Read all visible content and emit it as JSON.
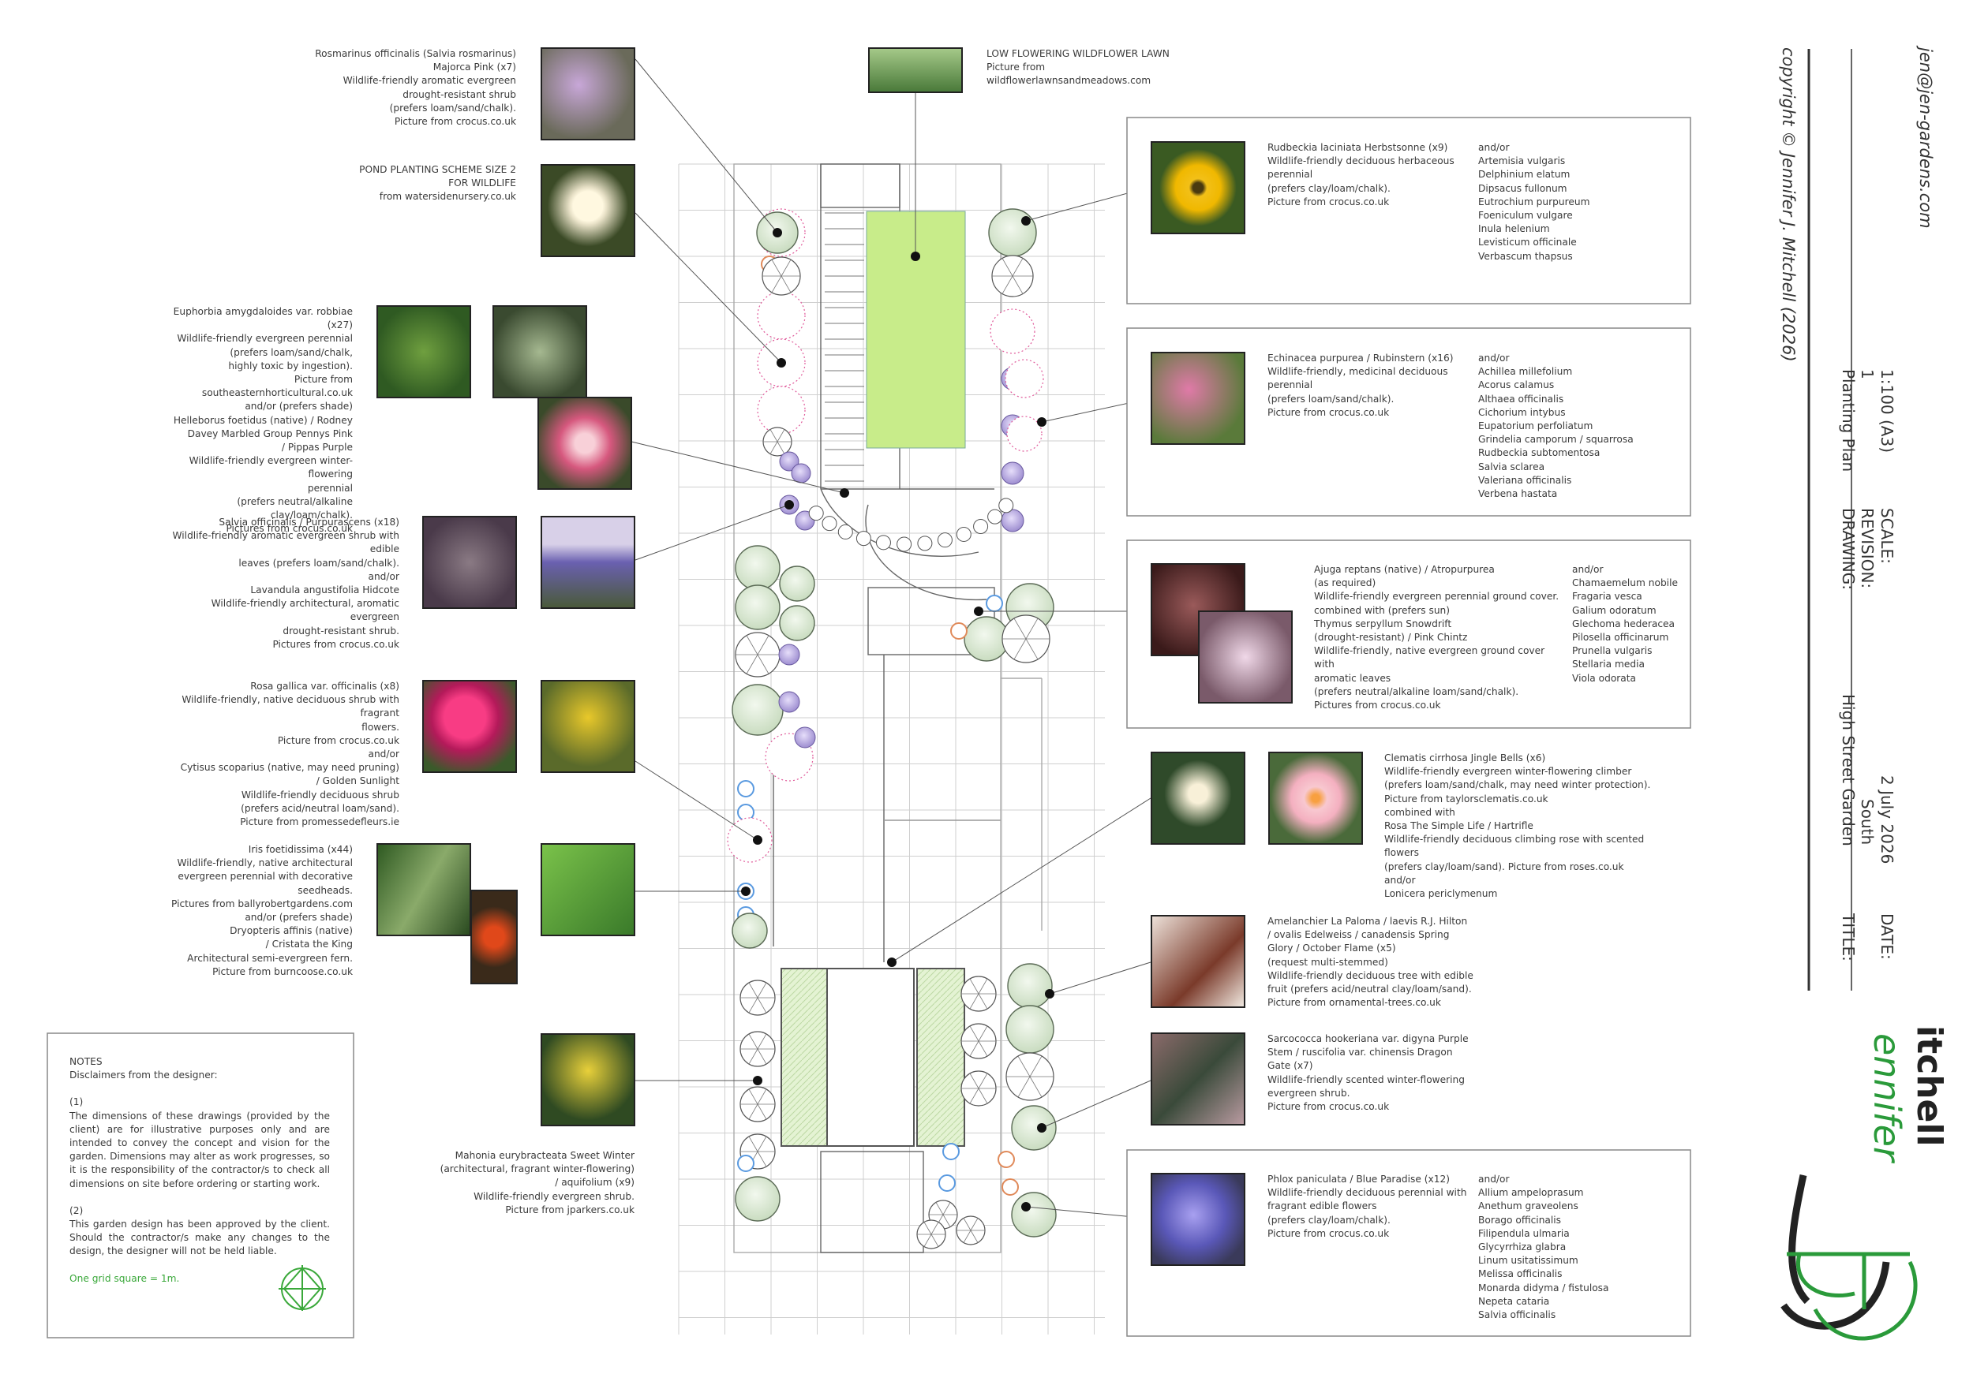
{
  "title_block": {
    "copyright": "copyright © Jennifer J. Mitchell (2026)",
    "email": "jen@jen-gardens.com",
    "drawing_label": "DRAWING:",
    "drawing_value": "Planting Plan",
    "revision_label": "REVISION:",
    "revision_value": "1",
    "scale_label": "SCALE:",
    "scale_value": "1:100 (A3)",
    "title_label": "TITLE:",
    "title_value": "High Street Garden",
    "title_value2": "South",
    "date_label": "DATE:",
    "date_value": "2 July 2026",
    "logo_text": "Jennifer Mitchell",
    "logo_word1": "ennifer",
    "logo_word2": "itchell"
  },
  "left_labels": {
    "rosmarinus": "Rosmarinus officinalis (Salvia rosmarinus)\nMajorca Pink (x7)\nWildlife-friendly aromatic evergreen\ndrought-resistant shrub\n(prefers loam/sand/chalk).\nPicture from crocus.co.uk",
    "pond": "POND PLANTING SCHEME SIZE 2\nFOR WILDLIFE\nfrom watersidenursery.co.uk",
    "euphorbia": "Euphorbia amygdaloides var. robbiae (x27)\nWildlife-friendly evergreen perennial\n(prefers loam/sand/chalk,\nhighly toxic by ingestion).\nPicture from southeasternhorticultural.co.uk\nand/or (prefers shade)\nHelleborus foetidus (native) / Rodney\nDavey Marbled Group Pennys Pink\n/ Pippas Purple\nWildlife-friendly evergreen winter-flowering\nperennial\n(prefers neutral/alkaline clay/loam/chalk).\nPictures from crocus.co.uk",
    "salvia": "Salvia officinalis / Purpurascens (x18)\nWildlife-friendly aromatic evergreen shrub with edible\nleaves (prefers loam/sand/chalk).\nand/or\nLavandula angustifolia Hidcote\nWildlife-friendly architectural, aromatic evergreen\ndrought-resistant shrub.\nPictures from crocus.co.uk",
    "rosa": "Rosa gallica var. officinalis (x8)\nWildlife-friendly, native deciduous shrub with fragrant\nflowers.\nPicture from crocus.co.uk\nand/or\nCytisus scoparius (native, may need pruning)\n/ Golden Sunlight\nWildlife-friendly deciduous shrub\n(prefers acid/neutral loam/sand).\nPicture from promessedefleurs.ie",
    "iris": "Iris foetidissima (x44)\nWildlife-friendly, native architectural\nevergreen perennial with decorative\nseedheads.\nPictures from ballyrobertgardens.com\nand/or (prefers shade)\nDryopteris affinis (native)\n/ Cristata the King\nArchitectural semi-evergreen fern.\nPicture from burncoose.co.uk",
    "mahonia": "Mahonia eurybracteata Sweet Winter\n(architectural, fragrant winter-flowering)\n/ aquifolium (x9)\nWildlife-friendly evergreen shrub.\nPicture from jparkers.co.uk"
  },
  "top_label": {
    "title": "LOW FLOWERING WILDFLOWER LAWN",
    "body": "Picture from\nwildflowerlawnsandmeadows.com"
  },
  "right_labels": {
    "rudbeckia": "Rudbeckia laciniata Herbstsonne (x9)\nWildlife-friendly deciduous herbaceous\nperennial\n(prefers clay/loam/chalk).\nPicture from crocus.co.uk",
    "rudbeckia_alt": "and/or\nArtemisia vulgaris\nDelphinium elatum\nDipsacus fullonum\nEutrochium purpureum\nFoeniculum vulgare\nInula helenium\nLevisticum officinale\nVerbascum thapsus",
    "echinacea": "Echinacea purpurea / Rubinstern (x16)\nWildlife-friendly, medicinal deciduous\nperennial\n(prefers loam/sand/chalk).\nPicture from crocus.co.uk",
    "echinacea_alt": "and/or\nAchillea millefolium\nAcorus calamus\nAlthaea officinalis\nCichorium intybus\nEupatorium perfoliatum\nGrindelia camporum / squarrosa\nRudbeckia subtomentosa\nSalvia sclarea\nValeriana officinalis\nVerbena hastata",
    "ajuga": "Ajuga reptans (native) / Atropurpurea\n(as required)\nWildlife-friendly evergreen perennial ground cover.\ncombined with (prefers sun)\nThymus serpyllum Snowdrift\n(drought-resistant) / Pink Chintz\nWildlife-friendly, native evergreen ground cover with\naromatic leaves\n(prefers neutral/alkaline loam/sand/chalk).\nPictures from crocus.co.uk",
    "ajuga_alt": "and/or\nChamaemelum nobile\nFragaria vesca\nGalium odoratum\nGlechoma hederacea\nPilosella officinarum\nPrunella vulgaris\nStellaria media\nViola odorata",
    "clematis": "Clematis cirrhosa Jingle Bells (x6)\nWildlife-friendly evergreen winter-flowering climber\n(prefers loam/sand/chalk, may need winter protection).\nPicture from taylorsclematis.co.uk\ncombined with\nRosa The Simple Life / Hartrifle\nWildlife-friendly deciduous climbing rose with scented flowers\n(prefers clay/loam/sand). Picture from roses.co.uk\nand/or\nLonicera periclymenum",
    "amelanchier": "Amelanchier La Paloma / laevis R.J. Hilton\n/ ovalis Edelweiss / canadensis Spring\nGlory / October Flame (x5)\n(request multi-stemmed)\nWildlife-friendly deciduous tree with edible\nfruit (prefers acid/neutral clay/loam/sand).\nPicture from ornamental-trees.co.uk",
    "sarcococca": "Sarcococca hookeriana var. digyna Purple\nStem / ruscifolia var. chinensis Dragon\nGate (x7)\nWildlife-friendly scented winter-flowering\nevergreen shrub.\nPicture from crocus.co.uk",
    "phlox": "Phlox paniculata / Blue Paradise (x12)\nWildlife-friendly deciduous perennial with\nfragrant edible flowers\n(prefers clay/loam/chalk).\nPicture from crocus.co.uk",
    "phlox_alt": "and/or\nAllium ampeloprasum\nAnethum graveolens\nBorago officinalis\nFilipendula ulmaria\nGlycyrrhiza glabra\nLinum usitatissimum\nMelissa officinalis\nMonarda didyma / fistulosa\nNepeta cataria\nSalvia officinalis"
  },
  "notes": {
    "heading": "NOTES",
    "sub": "Disclaimers from the designer:",
    "n1_label": "(1)",
    "n1": "The dimensions of these drawings (provided by the client) are for illustrative purposes only and are intended to convey the concept and vision for the garden. Dimensions may alter as work progresses, so it is the responsibility of the contractor/s to check all dimensions on site before ordering or starting work.",
    "n2_label": "(2)",
    "n2": "This garden design has been approved by the client. Should the contractor/s make any changes to the design, the designer will not be held liable.",
    "grid": "One grid square = 1m."
  },
  "colors": {
    "accent_green": "#3aa83a",
    "lawn": "#c8ec8a",
    "tree_fill": "#dde9d6",
    "purple": "#9c8ccf",
    "pink": "#e05a9a",
    "orange": "#e08a5a",
    "blue": "#5a9ae0"
  }
}
